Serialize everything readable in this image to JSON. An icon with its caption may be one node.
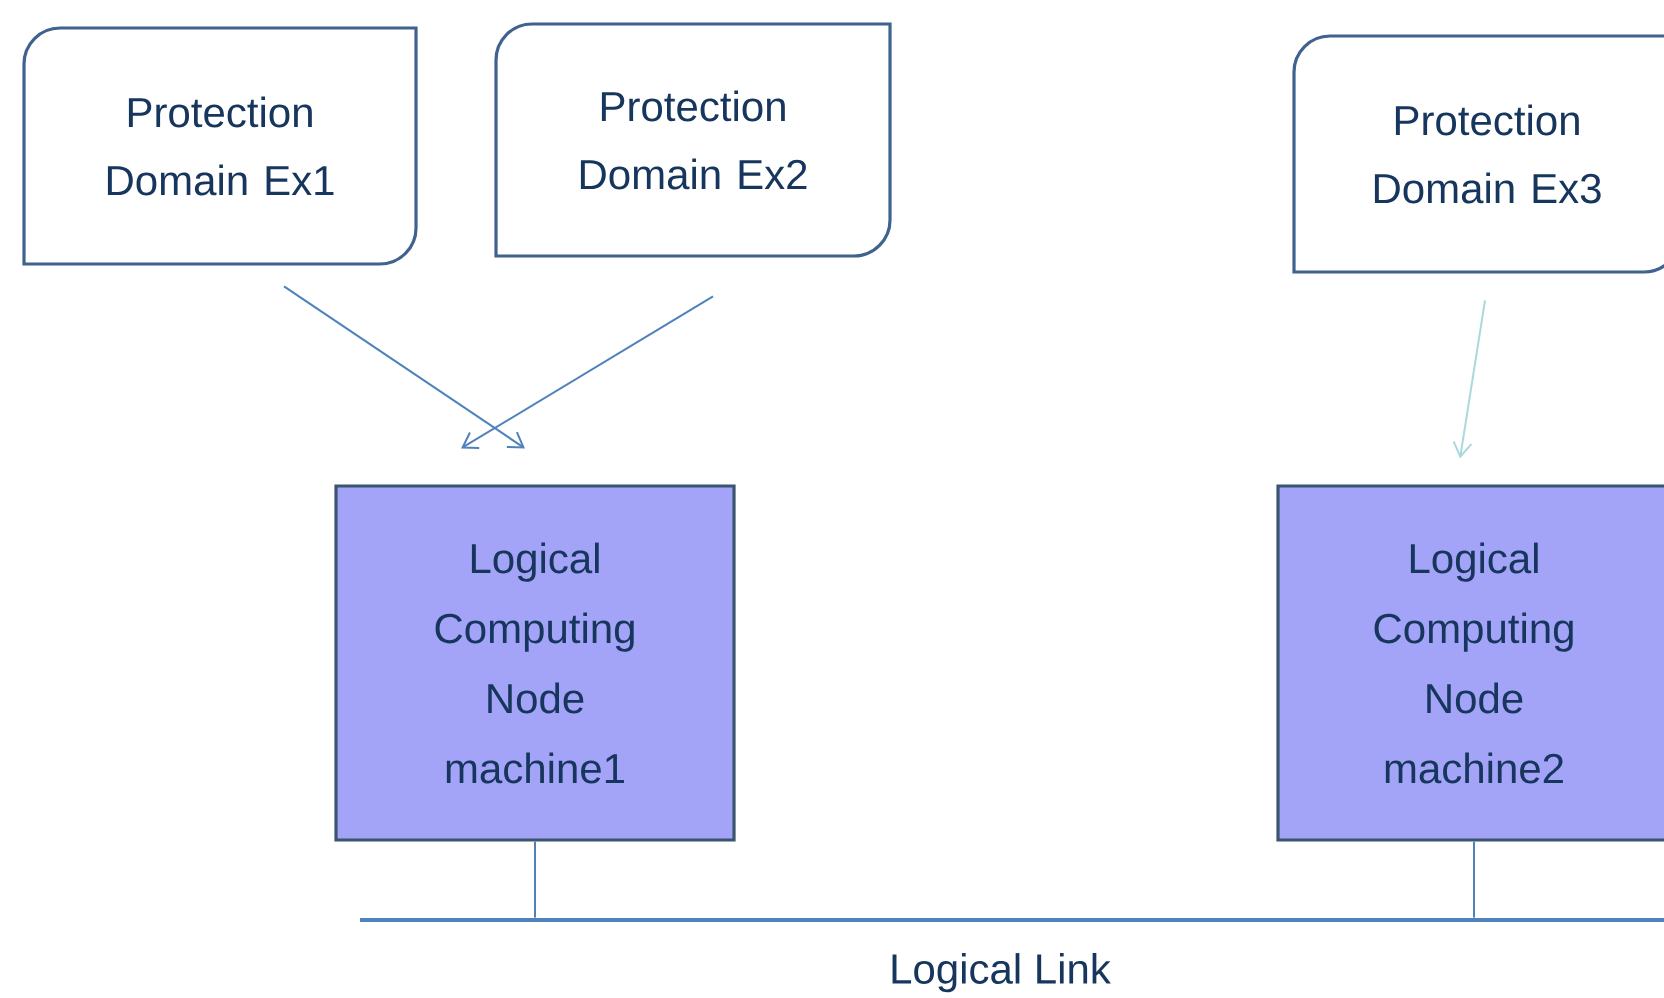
{
  "diagram": {
    "nodes": [
      {
        "text": [
          "Protection Domain Ex1"
        ]
      },
      {
        "text": [
          "Protection Domain Ex2"
        ]
      },
      {
        "text": [
          "Protection Domain Ex3"
        ]
      },
      {
        "text": [
          "Logical Computing Node machine1"
        ]
      },
      {
        "text": [
          "Logical Computing Node machine2"
        ]
      },
      {
        "text": [],
        "shape": "bar",
        "beside": [
          "Logical Link"
        ]
      }
    ],
    "edges": [
      {
        "from": 0,
        "to": 3,
        "arrow": "to"
      },
      {
        "from": 1,
        "to": 3,
        "arrow": "to"
      },
      {
        "from": 2,
        "to": 4,
        "arrow": "to",
        "color": "#a9d9dc"
      },
      {
        "from": 3,
        "to": 5,
        "arrow": "none"
      },
      {
        "from": 4,
        "to": 5,
        "arrow": "none"
      }
    ]
  }
}
